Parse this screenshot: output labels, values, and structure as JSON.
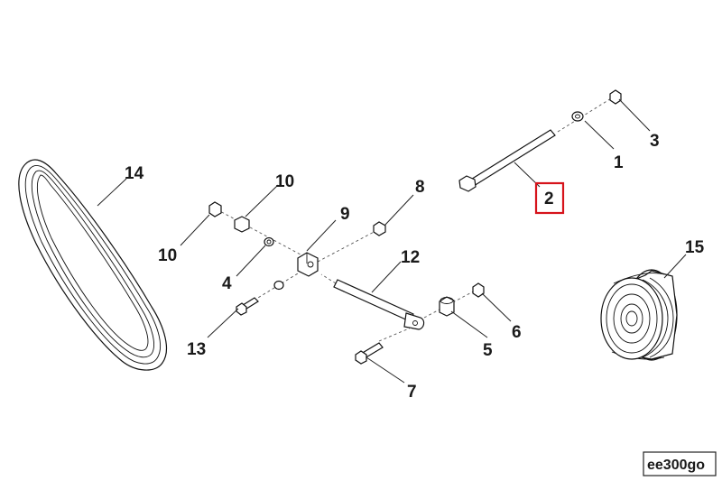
{
  "callouts": {
    "c1": "1",
    "c2": "2",
    "c3": "3",
    "c4": "4",
    "c5": "5",
    "c6": "6",
    "c7": "7",
    "c8": "8",
    "c9": "9",
    "c10a": "10",
    "c10b": "10",
    "c12": "12",
    "c13": "13",
    "c14": "14",
    "c15": "15"
  },
  "highlighted_callout": "2",
  "diagram_code": "ee300go",
  "colors": {
    "highlight": "#d6131b",
    "ink": "#1a1a1a"
  }
}
